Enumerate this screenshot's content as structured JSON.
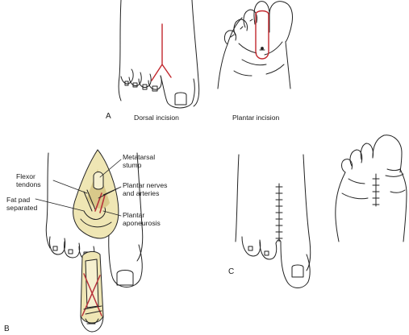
{
  "figure": {
    "panel_a": {
      "letter": "A",
      "dorsal_caption": "Dorsal incision",
      "plantar_caption": "Plantar incision"
    },
    "panel_b": {
      "letter": "B",
      "labels": {
        "flexor_tendons": "Flexor\ntendons",
        "metatarsal_stump": "Metatarsal\nstump",
        "plantar_nerves": "Plantar nerves\nand arteries",
        "fat_pad": "Fat pad\nseparated",
        "plantar_aponeurosis": "Plantar\naponeurosis"
      }
    },
    "panel_c": {
      "letter": "C"
    }
  },
  "colors": {
    "line": "#222222",
    "incision": "#c1272d",
    "tissue_fill": "#efe6b4",
    "tissue_shade": "#d9c98a",
    "vessel": "#b8323a"
  }
}
